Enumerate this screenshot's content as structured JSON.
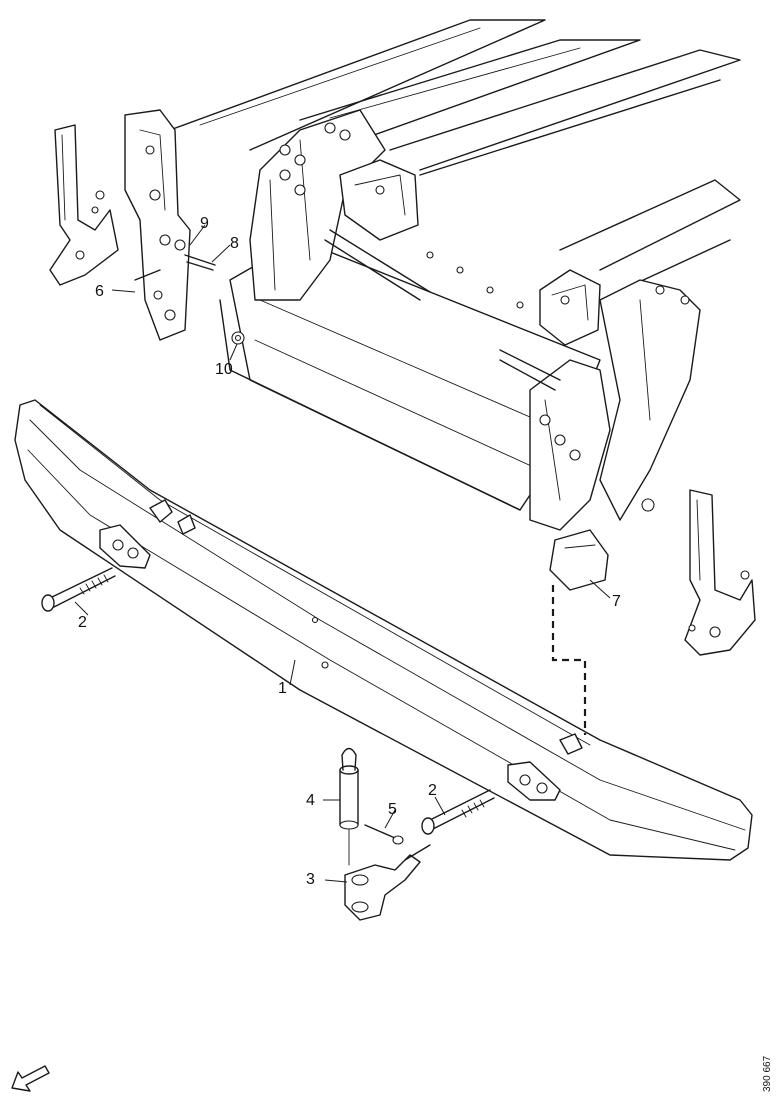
{
  "diagram": {
    "callouts": [
      "1",
      "2",
      "2",
      "3",
      "4",
      "5",
      "6",
      "7",
      "8",
      "9",
      "10"
    ],
    "reference_number": "390 667",
    "orientation_arrow": "direction-arrow-icon"
  }
}
